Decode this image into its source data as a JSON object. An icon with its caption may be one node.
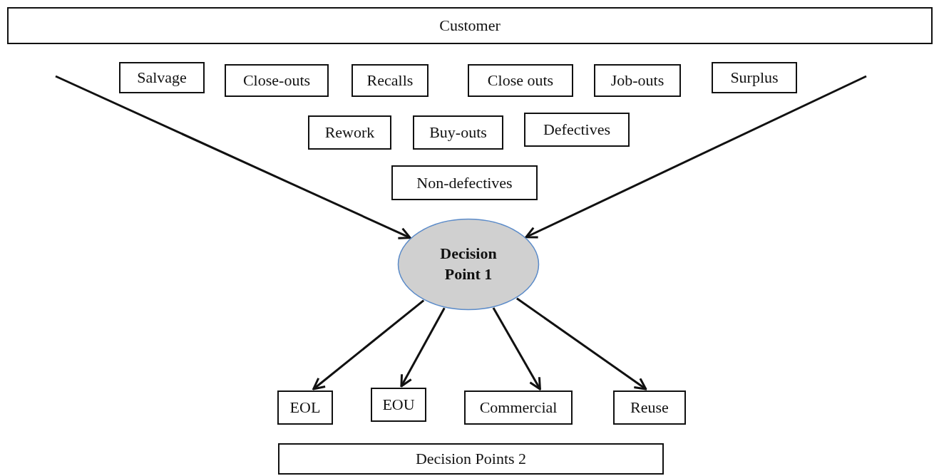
{
  "diagram": {
    "nodes": [
      {
        "text": [
          "Customer"
        ]
      },
      {
        "text": [
          "Salvage"
        ]
      },
      {
        "text": [
          "Close-outs"
        ]
      },
      {
        "text": [
          "Recalls"
        ]
      },
      {
        "text": [
          "Close outs"
        ]
      },
      {
        "text": [
          "Job-outs"
        ]
      },
      {
        "text": [
          "Surplus"
        ]
      },
      {
        "text": [
          "Rework"
        ]
      },
      {
        "text": [
          "Buy-outs"
        ]
      },
      {
        "text": [
          "Defectives"
        ]
      },
      {
        "text": [
          "Non-defectives"
        ]
      },
      {
        "text": [
          "Decision Point 1"
        ]
      },
      {
        "text": [
          "EOL"
        ]
      },
      {
        "text": [
          "EOU"
        ]
      },
      {
        "text": [
          "Commercial"
        ]
      },
      {
        "text": [
          "Reuse"
        ]
      },
      {
        "text": [
          "Decision Points 2"
        ]
      }
    ],
    "edges": [
      {
        "from": null,
        "to": 11,
        "arrow": "to"
      },
      {
        "from": null,
        "to": 11,
        "arrow": "to"
      },
      {
        "from": 11,
        "to": 12,
        "arrow": "to"
      },
      {
        "from": 11,
        "to": 13,
        "arrow": "to"
      },
      {
        "from": 11,
        "to": 14,
        "arrow": "to"
      },
      {
        "from": 11,
        "to": 15,
        "arrow": "to"
      }
    ]
  }
}
